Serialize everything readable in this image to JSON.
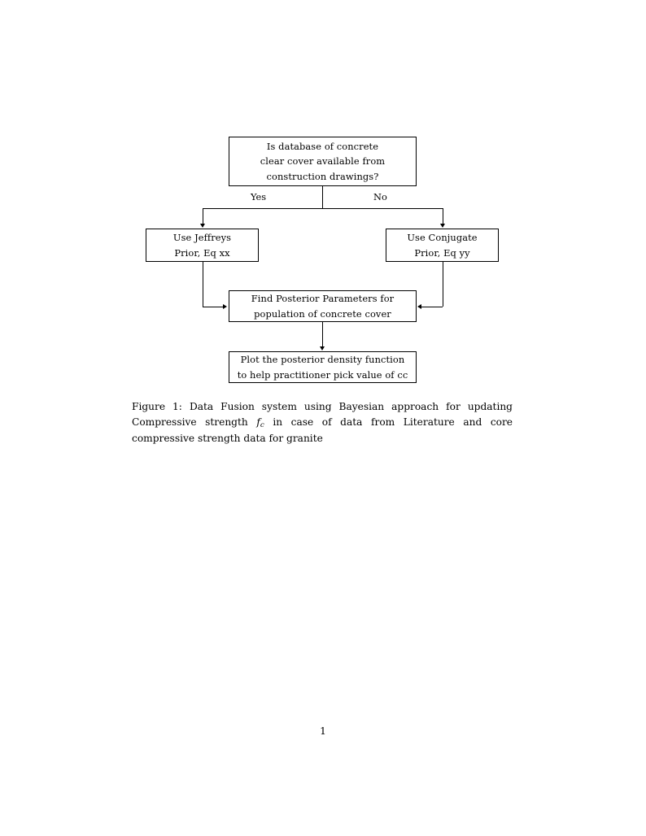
{
  "document": {
    "page_number": "1"
  },
  "figure": {
    "caption": {
      "prefix": "Figure 1:",
      "text_before_symbol": "Data Fusion system using Bayesian approach for updating Compressive strength",
      "symbol_base": "f",
      "symbol_subscript": "c",
      "text_after_symbol": "in case of data from Literature and core compressive strength data for granite",
      "full_text": "Figure 1: Data Fusion system using Bayesian approach for updating Compressive strength fc in case of data from Literature and core compressive strength data for granite"
    },
    "diagram": {
      "type": "flowchart",
      "nodes": [
        {
          "id": "question",
          "shape": "rectangle",
          "lines": [
            "Is database of concrete",
            "clear cover available from",
            "construction drawings?"
          ]
        },
        {
          "id": "jeffreys",
          "shape": "rectangle",
          "lines": [
            "Use Jeffreys",
            "Prior, Eq xx"
          ]
        },
        {
          "id": "conjugate",
          "shape": "rectangle",
          "lines": [
            "Use Conjugate",
            "Prior, Eq yy"
          ]
        },
        {
          "id": "posterior",
          "shape": "rectangle",
          "lines": [
            "Find Posterior Parameters for",
            "population of concrete cover"
          ]
        },
        {
          "id": "plot",
          "shape": "rectangle",
          "lines": [
            "Plot the posterior density function",
            "to help practitioner pick value of cc"
          ]
        }
      ],
      "edge_labels": {
        "yes": "Yes",
        "no": "No"
      },
      "edges": [
        {
          "from": "question",
          "to": "jeffreys",
          "label": "Yes"
        },
        {
          "from": "question",
          "to": "conjugate",
          "label": "No"
        },
        {
          "from": "jeffreys",
          "to": "posterior",
          "label": ""
        },
        {
          "from": "conjugate",
          "to": "posterior",
          "label": ""
        },
        {
          "from": "posterior",
          "to": "plot",
          "label": ""
        }
      ]
    }
  },
  "colors": {
    "ink": "#000000",
    "paper": "#ffffff"
  }
}
